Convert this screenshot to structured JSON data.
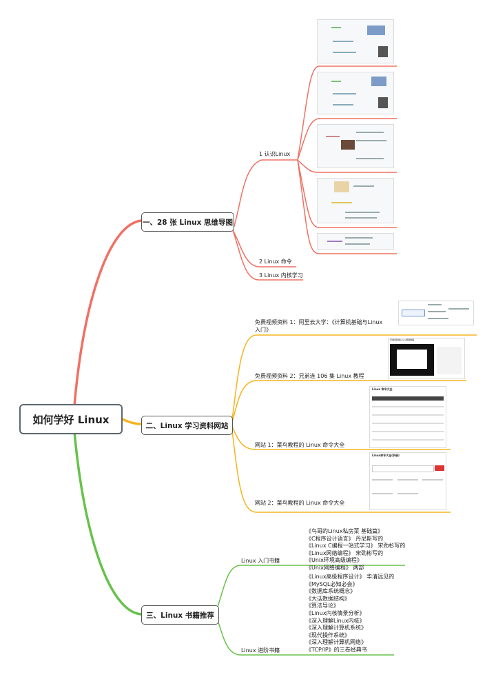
{
  "root": {
    "title": "如何学好 Linux"
  },
  "branches": [
    {
      "label": "一、28 张 Linux 思维导图",
      "color": "#f07063",
      "children": [
        {
          "label": "1 认识Linux"
        },
        {
          "label": "2 Linux 命令"
        },
        {
          "label": "3 Linux 内核学习"
        }
      ]
    },
    {
      "label": "二、Linux 学习资料网站",
      "color": "#f5b41e",
      "children": [
        {
          "label": "免费视频资料 1：阿里云大学：《计算机基础与Linux入门》"
        },
        {
          "label": "免费视频资料 2：兄弟连 106 集 Linux 教程"
        },
        {
          "label": "网站 1：菜鸟教程的 Linux 命令大全"
        },
        {
          "label": "网站 2：菜鸟教程的 Linux 命令大全"
        }
      ]
    },
    {
      "label": "三、Linux 书籍推荐",
      "color": "#66c24a",
      "children": [
        {
          "label": "Linux 入门书籍",
          "books": [
            "《鸟哥的Linux私房菜 基础篇》",
            "《C程序设计语言》 丹尼斯写的",
            "《Linux C编程一站式学习》 宋劲杉写的",
            "《Linux网络编程》 宋劲彬写的",
            "《Unix环境高级编程》",
            "《Unix网络编程》 两部"
          ]
        },
        {
          "label": "Linux 进阶书籍",
          "books": [
            "《Linux高级程序设计》 华清远见的",
            "《MySQL必知必会》",
            "《数据库系统概念》",
            "《大话数据结构》",
            "《算法导论》",
            "《Linux内核情景分析》",
            "《深入理解Linux内核》",
            "《深入理解计算机系统》",
            "《现代操作系统》",
            "《深入理解计算机网络》",
            "《TCP/IP》的三卷经典书"
          ]
        }
      ]
    }
  ],
  "thumbnails": {
    "video2_title": "兄弟连新版Linux视频教程",
    "site1_title": "Linux 命令大全",
    "site2_title": "Linux命令大全(手册)"
  }
}
